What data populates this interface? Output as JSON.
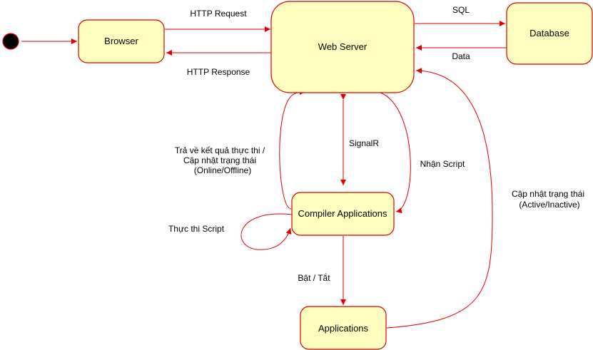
{
  "colors": {
    "node_fill": "#ffffc0",
    "stroke": "#e00000",
    "start_fill": "#000000",
    "text": "#000000"
  },
  "nodes": {
    "browser": "Browser",
    "web_server": "Web Server",
    "database": "Database",
    "compiler": "Compiler Applications",
    "applications": "Applications"
  },
  "edges": {
    "http_request": "HTTP Request",
    "http_response": "HTTP Response",
    "sql": "SQL",
    "data": "Data",
    "signalr": "SignalR",
    "return_line1": "Trả về kết quả thực thi /",
    "return_line2": "Cập nhật trạng thái",
    "return_line3": "(Online/Offline)",
    "receive_script": "Nhận Script",
    "run_script": "Thực thi Script",
    "toggle": "Bật / Tắt",
    "status_line1": "Cập nhật trạng thái",
    "status_line2": "(Active/Inactive)"
  }
}
